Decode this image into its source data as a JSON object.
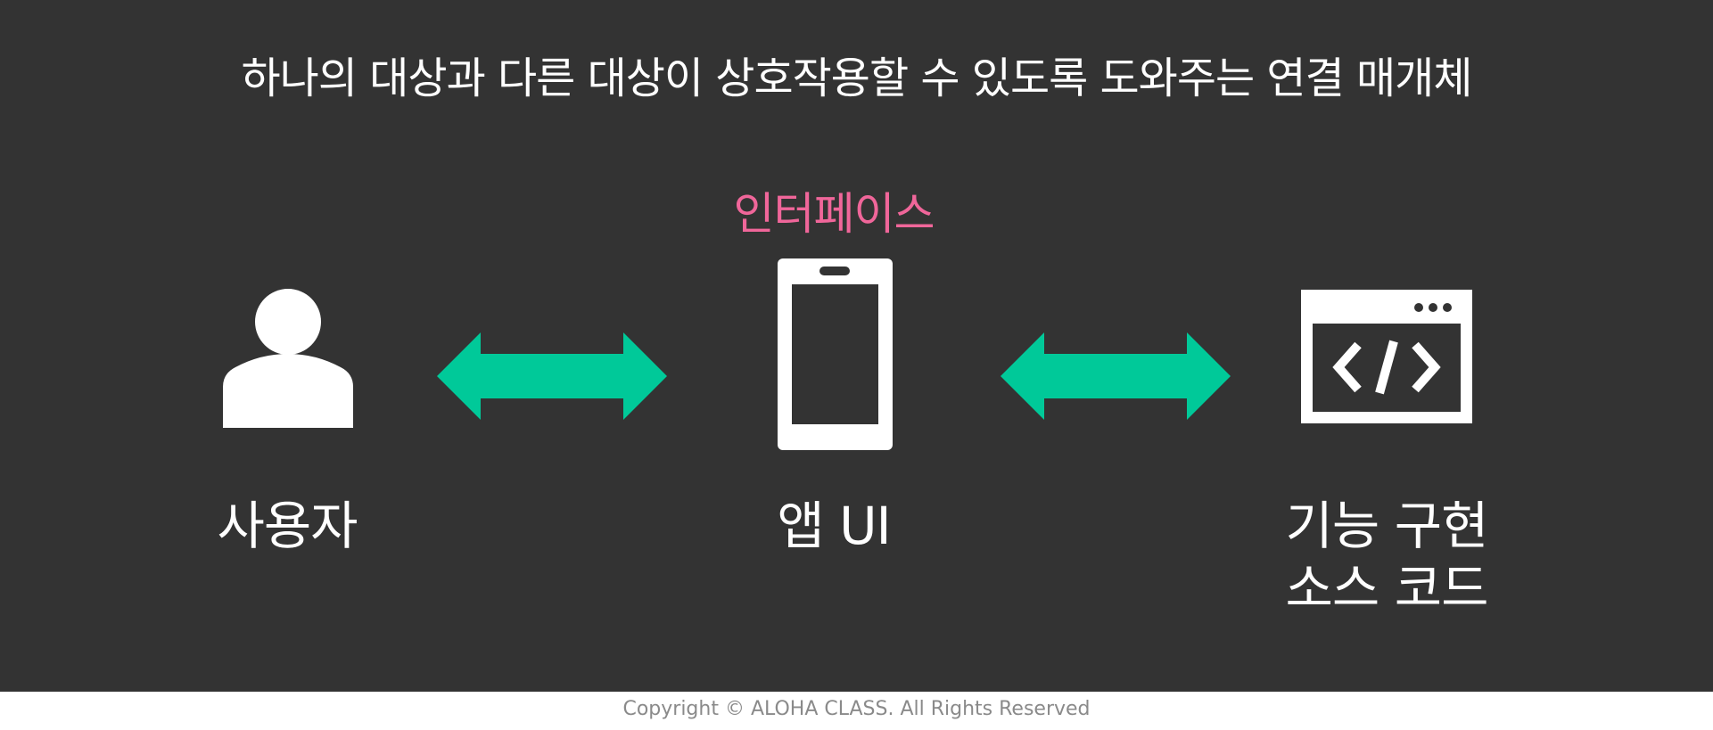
{
  "title": "하나의 대상과 다른 대상이 상호작용할 수 있도록 도와주는 연결 매개체",
  "interface_label": "인터페이스",
  "nodes": [
    {
      "label_lines": [
        "사용자"
      ],
      "icon": "user-icon"
    },
    {
      "label_lines": [
        "앱 UI"
      ],
      "icon": "smartphone-icon"
    },
    {
      "label_lines": [
        "기능 구현",
        "소스 코드"
      ],
      "icon": "code-window-icon"
    }
  ],
  "arrows": [
    "double-arrow-icon",
    "double-arrow-icon"
  ],
  "footer": "Copyright © ALOHA CLASS. All Rights Reserved",
  "colors": {
    "background": "#333333",
    "accent_pink": "#F0669A",
    "arrow_green": "#00C999",
    "foreground": "#FFFFFF",
    "footer_text": "#8A8A8A"
  }
}
